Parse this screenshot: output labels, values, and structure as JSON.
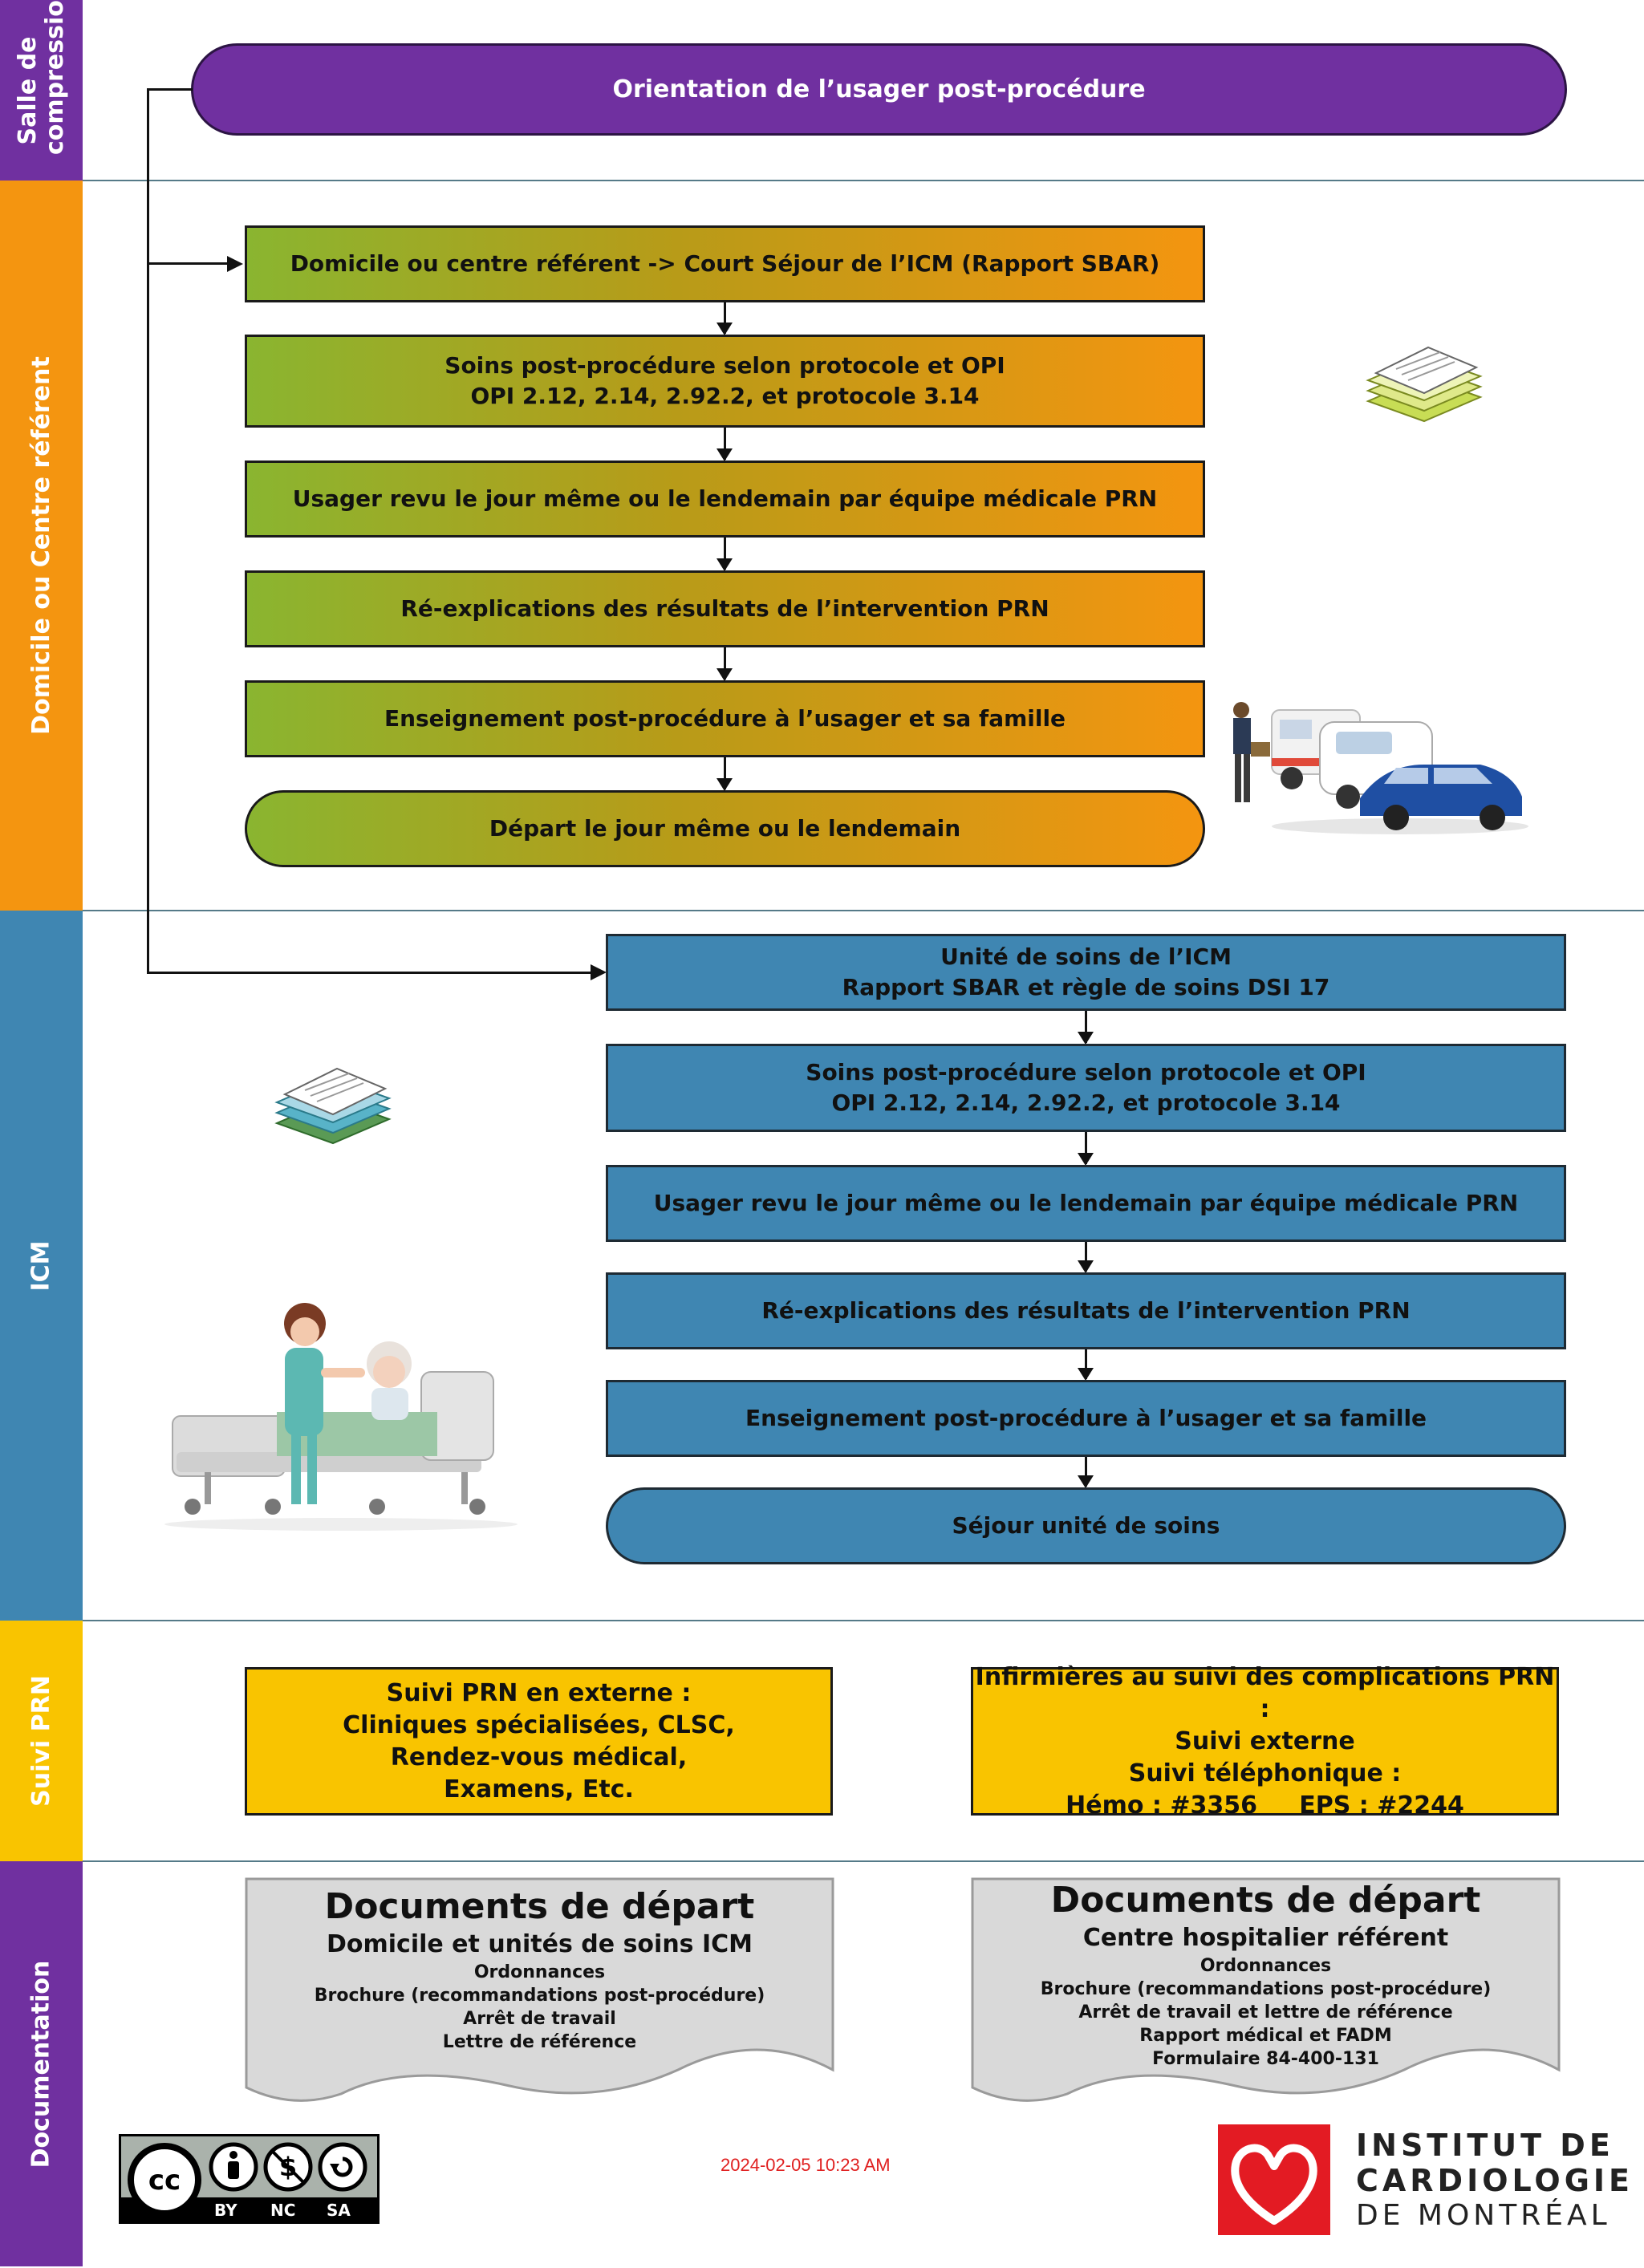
{
  "lanes": {
    "salle": "Salle de compression",
    "domicile": "Domicile ou Centre référent",
    "icm": "ICM",
    "suivi": "Suivi PRN",
    "documentation": "Documentation"
  },
  "colors": {
    "purple": "#7030a0",
    "orange": "#f49510",
    "green": "#8ab530",
    "blue": "#3f86b2",
    "yellow": "#f9c400"
  },
  "top": {
    "orientation": "Orientation de l’usager post-procédure"
  },
  "domicile_flow": [
    "Domicile ou centre référent -> Court Séjour de l’ICM (Rapport SBAR)",
    "Soins post-procédure selon protocole et OPI",
    "OPI 2.12, 2.14, 2.92.2, et protocole 3.14",
    "Usager revu le jour même ou le lendemain par équipe médicale PRN",
    "Ré-explications des résultats de l’intervention PRN",
    "Enseignement post-procédure à l’usager et sa famille",
    "Départ le jour même ou le lendemain"
  ],
  "icm_flow": [
    "Unité de soins de l’ICM",
    "Rapport SBAR et règle de soins DSI 17",
    "Soins post-procédure selon protocole et OPI",
    "OPI 2.12, 2.14, 2.92.2, et protocole 3.14",
    "Usager revu le jour même ou le lendemain par équipe médicale PRN",
    "Ré-explications des résultats de l’intervention PRN",
    "Enseignement post-procédure à l’usager et sa famille",
    "Séjour unité de soins"
  ],
  "suivi": {
    "left": [
      "Suivi PRN en externe :",
      "Cliniques spécialisées, CLSC,",
      "Rendez-vous médical,",
      "Examens, Etc."
    ],
    "right": [
      "Infirmières au suivi des complications PRN :",
      "Suivi externe",
      "Suivi téléphonique :",
      "Hémo : #3356     EPS : #2244"
    ]
  },
  "docs": {
    "left": {
      "title": "Documents de départ",
      "subtitle": "Domicile et unités de soins ICM",
      "items": [
        "Ordonnances",
        "Brochure (recommandations post-procédure)",
        "Arrêt de travail",
        "Lettre de référence"
      ]
    },
    "right": {
      "title": "Documents de départ",
      "subtitle": "Centre hospitalier référent",
      "items": [
        "Ordonnances",
        "Brochure (recommandations post-procédure)",
        "Arrêt de travail et lettre de référence",
        "Rapport médical et FADM",
        "Formulaire 84-400-131"
      ]
    }
  },
  "footer": {
    "license": {
      "cc": "cc",
      "by": "BY",
      "nc": "NC",
      "sa": "SA"
    },
    "timestamp": "2024-02-05 10:23 AM",
    "institute": [
      "INSTITUT DE",
      "CARDIOLOGIE",
      "DE MONTRÉAL"
    ]
  }
}
